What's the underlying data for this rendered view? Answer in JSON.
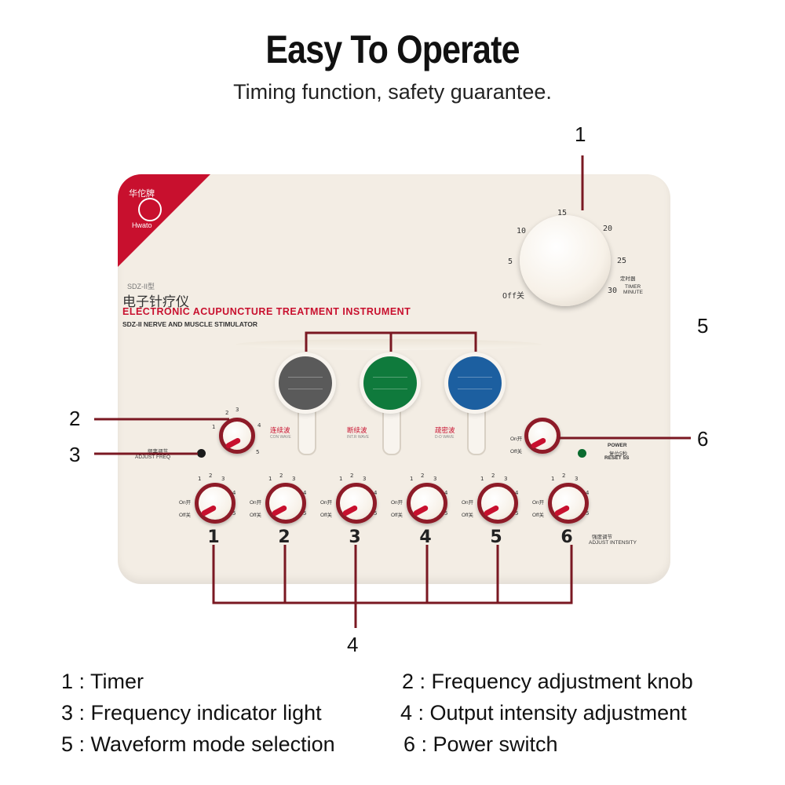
{
  "header": {
    "title": "Easy To Operate",
    "subtitle": "Timing function, safety guarantee."
  },
  "device": {
    "brand_cn": "华佗牌",
    "brand_en": "Hwato",
    "model": "SDZ-II型",
    "name_cn": "电子针疗仪",
    "name_en": "ELECTRONIC ACUPUNCTURE TREATMENT INSTRUMENT",
    "name_en_sub": "SDZ-II NERVE AND MUSCLE STIMULATOR",
    "timer": {
      "ticks": [
        "Off关",
        "5",
        "10",
        "15",
        "20",
        "25",
        "30"
      ],
      "caption_cn": "定时器",
      "caption_en_1": "TIMER",
      "caption_en_2": "MINUTE"
    },
    "waveforms": [
      {
        "cn": "连续波",
        "en": "CON WAVE",
        "color": "#5a5a5a"
      },
      {
        "cn": "断续波",
        "en": "INT.R WAVE",
        "color": "#0f7a3c"
      },
      {
        "cn": "疏密波",
        "en": "D-D WAVE",
        "color": "#1c5fa0"
      }
    ],
    "freq_knob": {
      "scale": [
        "1",
        "2",
        "3",
        "4",
        "5"
      ]
    },
    "adjust_freq": {
      "cn": "频率调节",
      "en": "ADJUST FREQ"
    },
    "power": {
      "on": "On开",
      "off": "Off关",
      "label": "POWER",
      "cn": "复位5秒",
      "reset": "RESET 5S"
    },
    "channel_knob": {
      "on": "On开",
      "off": "Off关",
      "scale": [
        "1",
        "2",
        "3",
        "4",
        "5"
      ]
    },
    "channels": [
      "1",
      "2",
      "3",
      "4",
      "5",
      "6"
    ],
    "adjust_intensity": {
      "cn": "强度调节",
      "en": "ADJUST INTENSITY"
    },
    "colors": {
      "accent_red": "#c8102e",
      "knob_ring": "#8e1b28",
      "led_green": "#0a6b2f",
      "callout_line": "#7a1822"
    }
  },
  "callouts": [
    "1",
    "2",
    "3",
    "4",
    "5",
    "6"
  ],
  "legend": [
    "1 : Timer",
    "2 : Frequency adjustment knob",
    "3 : Frequency indicator light",
    "4 : Output intensity adjustment",
    "5 : Waveform mode selection",
    "6 : Power switch"
  ]
}
